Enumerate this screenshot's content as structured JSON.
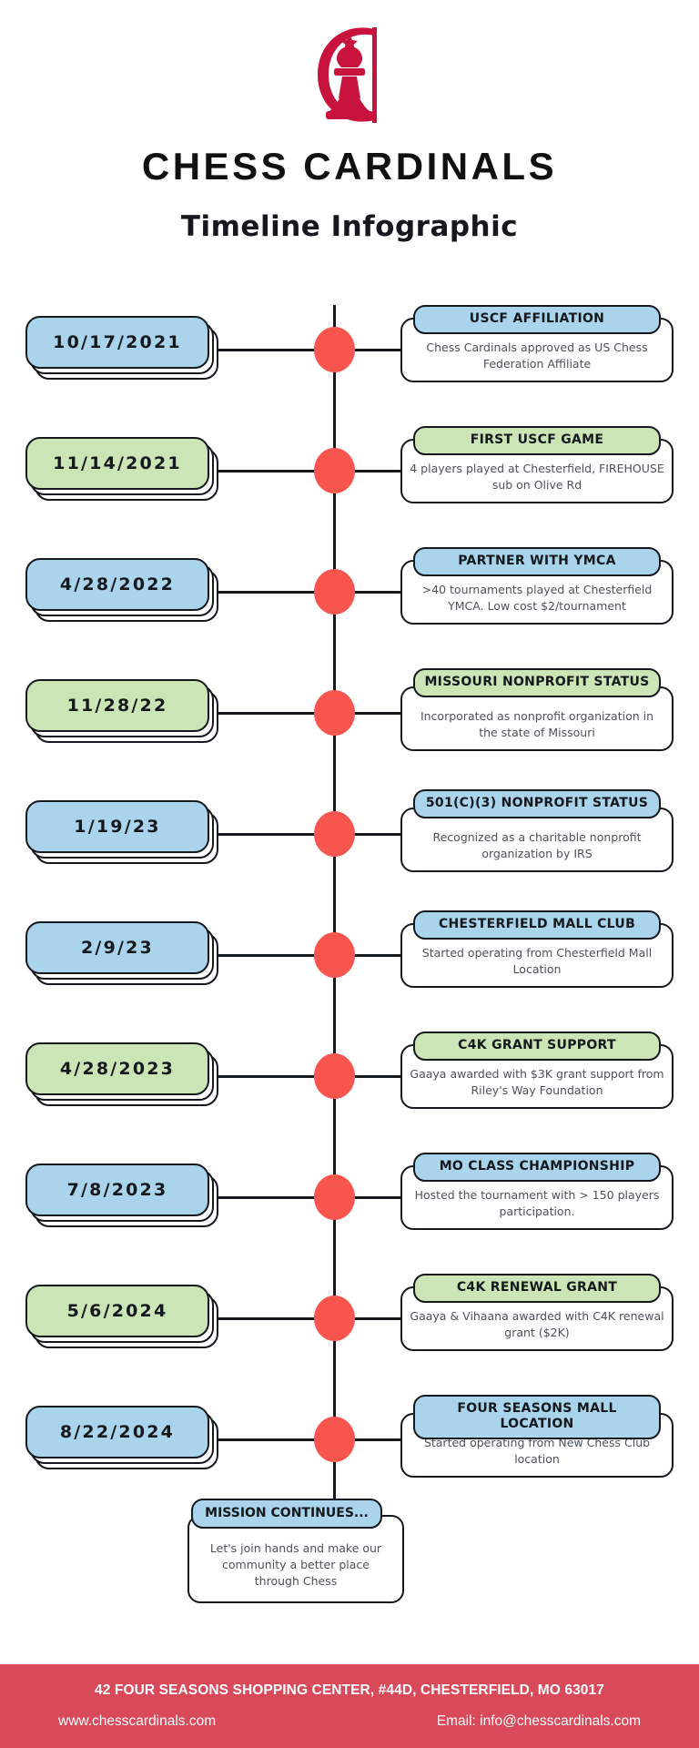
{
  "header": {
    "logo_icon": "chess-king-in-c-logo",
    "logo_color": "#c9133f",
    "brand": "CHESS CARDINALS",
    "subtitle": "Timeline Infographic"
  },
  "theme": {
    "blue": "#a9d4ec",
    "green": "#cbe5b6",
    "node_red": "#f8554e",
    "footer_red": "#d8495a",
    "ink": "#15181c"
  },
  "timeline": {
    "events": [
      {
        "date": "10/17/2021",
        "date_color": "blue",
        "title": "USCF AFFILIATION",
        "title_color": "blue",
        "description": "Chess Cardinals approved as US Chess Federation Affiliate"
      },
      {
        "date": "11/14/2021",
        "date_color": "green",
        "title": "FIRST USCF GAME",
        "title_color": "green",
        "description": "4 players played at Chesterfield, FIREHOUSE sub on Olive Rd"
      },
      {
        "date": "4/28/2022",
        "date_color": "blue",
        "title": "PARTNER WITH YMCA",
        "title_color": "blue",
        "description": ">40 tournaments played at Chesterfield YMCA. Low cost $2/tournament"
      },
      {
        "date": "11/28/22",
        "date_color": "green",
        "title": "MISSOURI NONPROFIT STATUS",
        "title_color": "green",
        "description": "Incorporated as nonprofit organization in the state of Missouri"
      },
      {
        "date": "1/19/23",
        "date_color": "blue",
        "title": "501(C)(3) NONPROFIT STATUS",
        "title_color": "blue",
        "description": "Recognized as a charitable nonprofit organization by IRS"
      },
      {
        "date": "2/9/23",
        "date_color": "blue",
        "title": "CHESTERFIELD MALL CLUB",
        "title_color": "blue",
        "description": "Started operating from Chesterfield Mall Location"
      },
      {
        "date": "4/28/2023",
        "date_color": "green",
        "title": "C4K GRANT SUPPORT",
        "title_color": "green",
        "description": "Gaaya awarded with $3K grant support from Riley's Way Foundation"
      },
      {
        "date": "7/8/2023",
        "date_color": "blue",
        "title": "MO CLASS CHAMPIONSHIP",
        "title_color": "blue",
        "description": "Hosted the tournament with > 150 players participation."
      },
      {
        "date": "5/6/2024",
        "date_color": "green",
        "title": "C4K RENEWAL GRANT",
        "title_color": "green",
        "description": "Gaaya & Vihaana awarded with C4K renewal grant ($2K)"
      },
      {
        "date": "8/22/2024",
        "date_color": "blue",
        "title": "FOUR SEASONS MALL LOCATION",
        "title_color": "blue",
        "description": "Started operating from New Chess Club location"
      }
    ]
  },
  "mission": {
    "title": "MISSION CONTINUES...",
    "description": "Let's join hands and make our community a better place through Chess"
  },
  "footer": {
    "address": "42 FOUR SEASONS SHOPPING CENTER, #44D, CHESTERFIELD, MO 63017",
    "website": "www.chesscardinals.com",
    "email": "Email: info@chesscardinals.com"
  }
}
